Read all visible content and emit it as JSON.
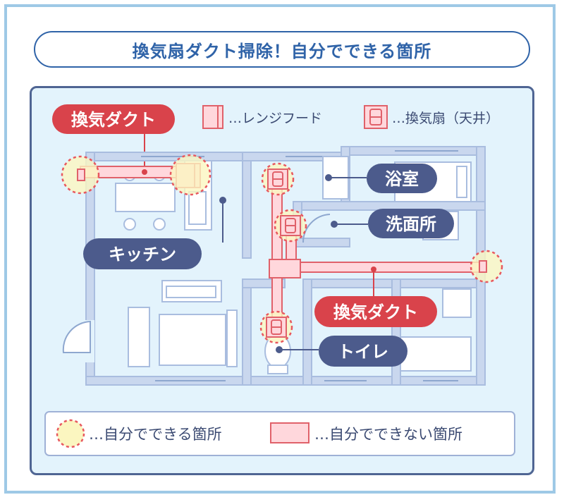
{
  "title": "換気扇ダクト掃除！自分でできる箇所",
  "legend_top": {
    "duct_badge": "換気ダクト",
    "range_hood": "…レンジフード",
    "ceiling_fan": "…換気扇（天井）"
  },
  "rooms": {
    "kitchen": "キッチン",
    "bath": "浴室",
    "washroom": "洗面所",
    "toilet": "トイレ",
    "duct_center": "換気ダクト"
  },
  "legend_bottom": {
    "diy": "…自分でできる箇所",
    "not_diy": "…自分でできない箇所"
  },
  "colors": {
    "title": "#2f63a8",
    "panel_bg": "#e3f3fc",
    "panel_border": "#4f6593",
    "wall": "#b7c9e6",
    "duct_fill": "#ffd7dc",
    "duct_stroke": "#e0616a",
    "red_badge": "#d9434b",
    "navy_badge": "#4c5b8c",
    "diy_dot_fill": "#fbf6c0",
    "diy_dot_stroke": "#e8585e"
  }
}
